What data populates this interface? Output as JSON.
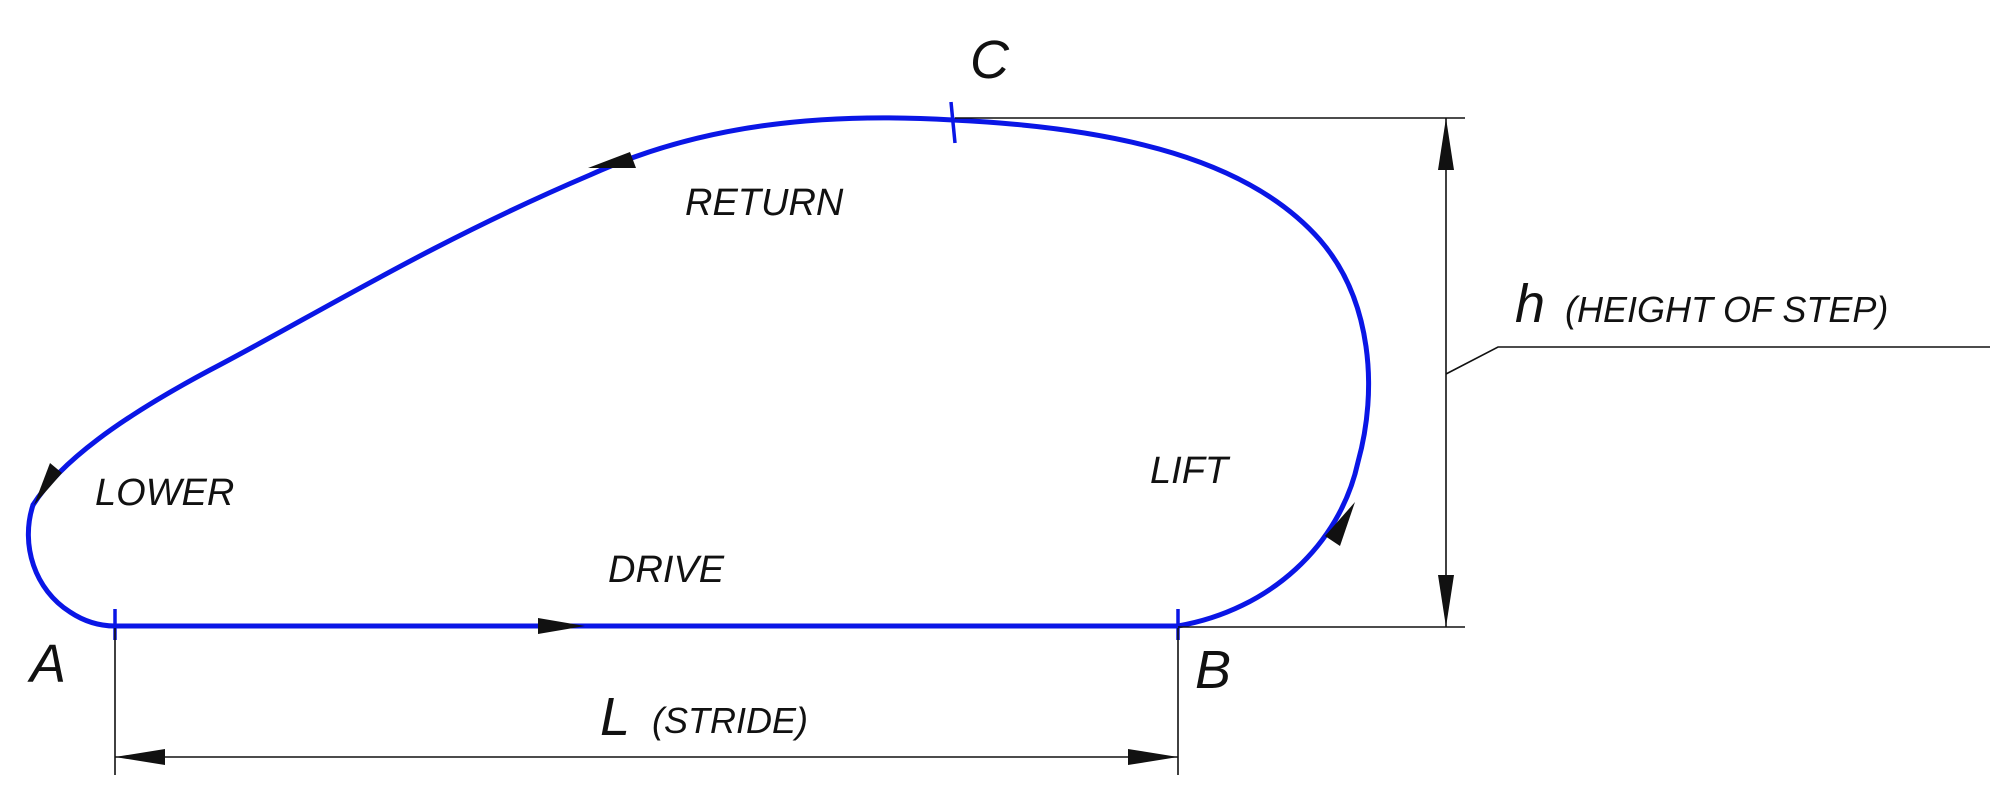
{
  "points": {
    "a": "A",
    "b": "B",
    "c": "C"
  },
  "phases": {
    "lower": "LOWER",
    "drive": "DRIVE",
    "lift": "LIFT",
    "return": "RETURN"
  },
  "dimensions": {
    "stride_symbol": "L",
    "stride_note": "(STRIDE)",
    "height_symbol": "h",
    "height_note": "(HEIGHT OF STEP)"
  },
  "colors": {
    "path": "#0a16e6",
    "lines": "#111111"
  }
}
